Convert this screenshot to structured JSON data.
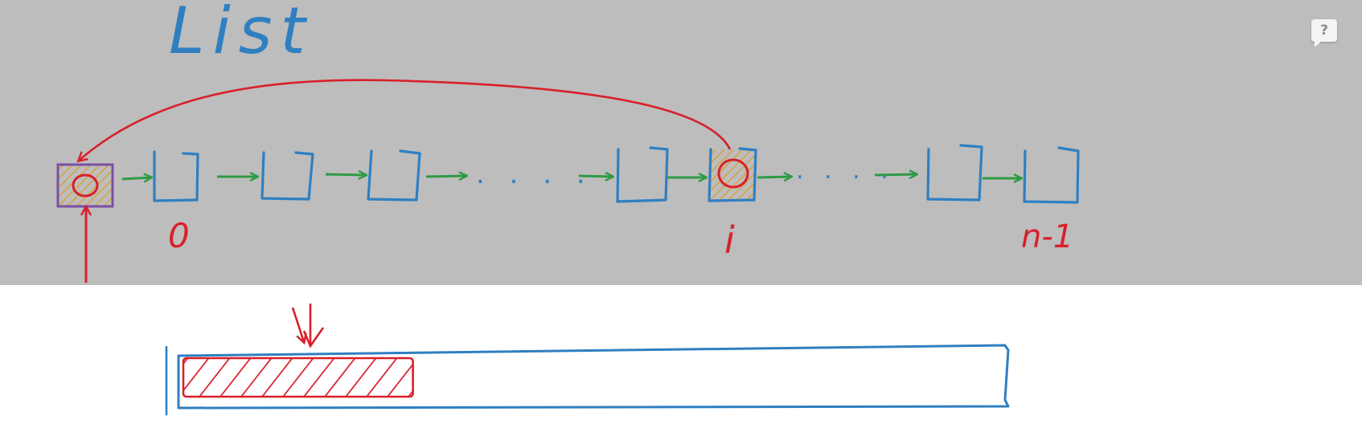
{
  "top_panel": {
    "background": "#bdbdbd",
    "title": "List"
  },
  "linked_list": {
    "node_color": "#2f7fc1",
    "arrow_color": "#2f9a45",
    "highlight_color": "#d8202a",
    "header_border_color": "#7b4fa6",
    "hatch_color": "#d9a23a",
    "ellipsis": ". . . .",
    "labels": {
      "first": "0",
      "middle": "i",
      "last": "n-1"
    }
  },
  "array_bar": {
    "border_color": "#2f7fc1",
    "fill_color": "#d8202a",
    "filled_fraction": 0.28
  },
  "help": {
    "label": "?",
    "icon": "help-bubble-icon"
  }
}
